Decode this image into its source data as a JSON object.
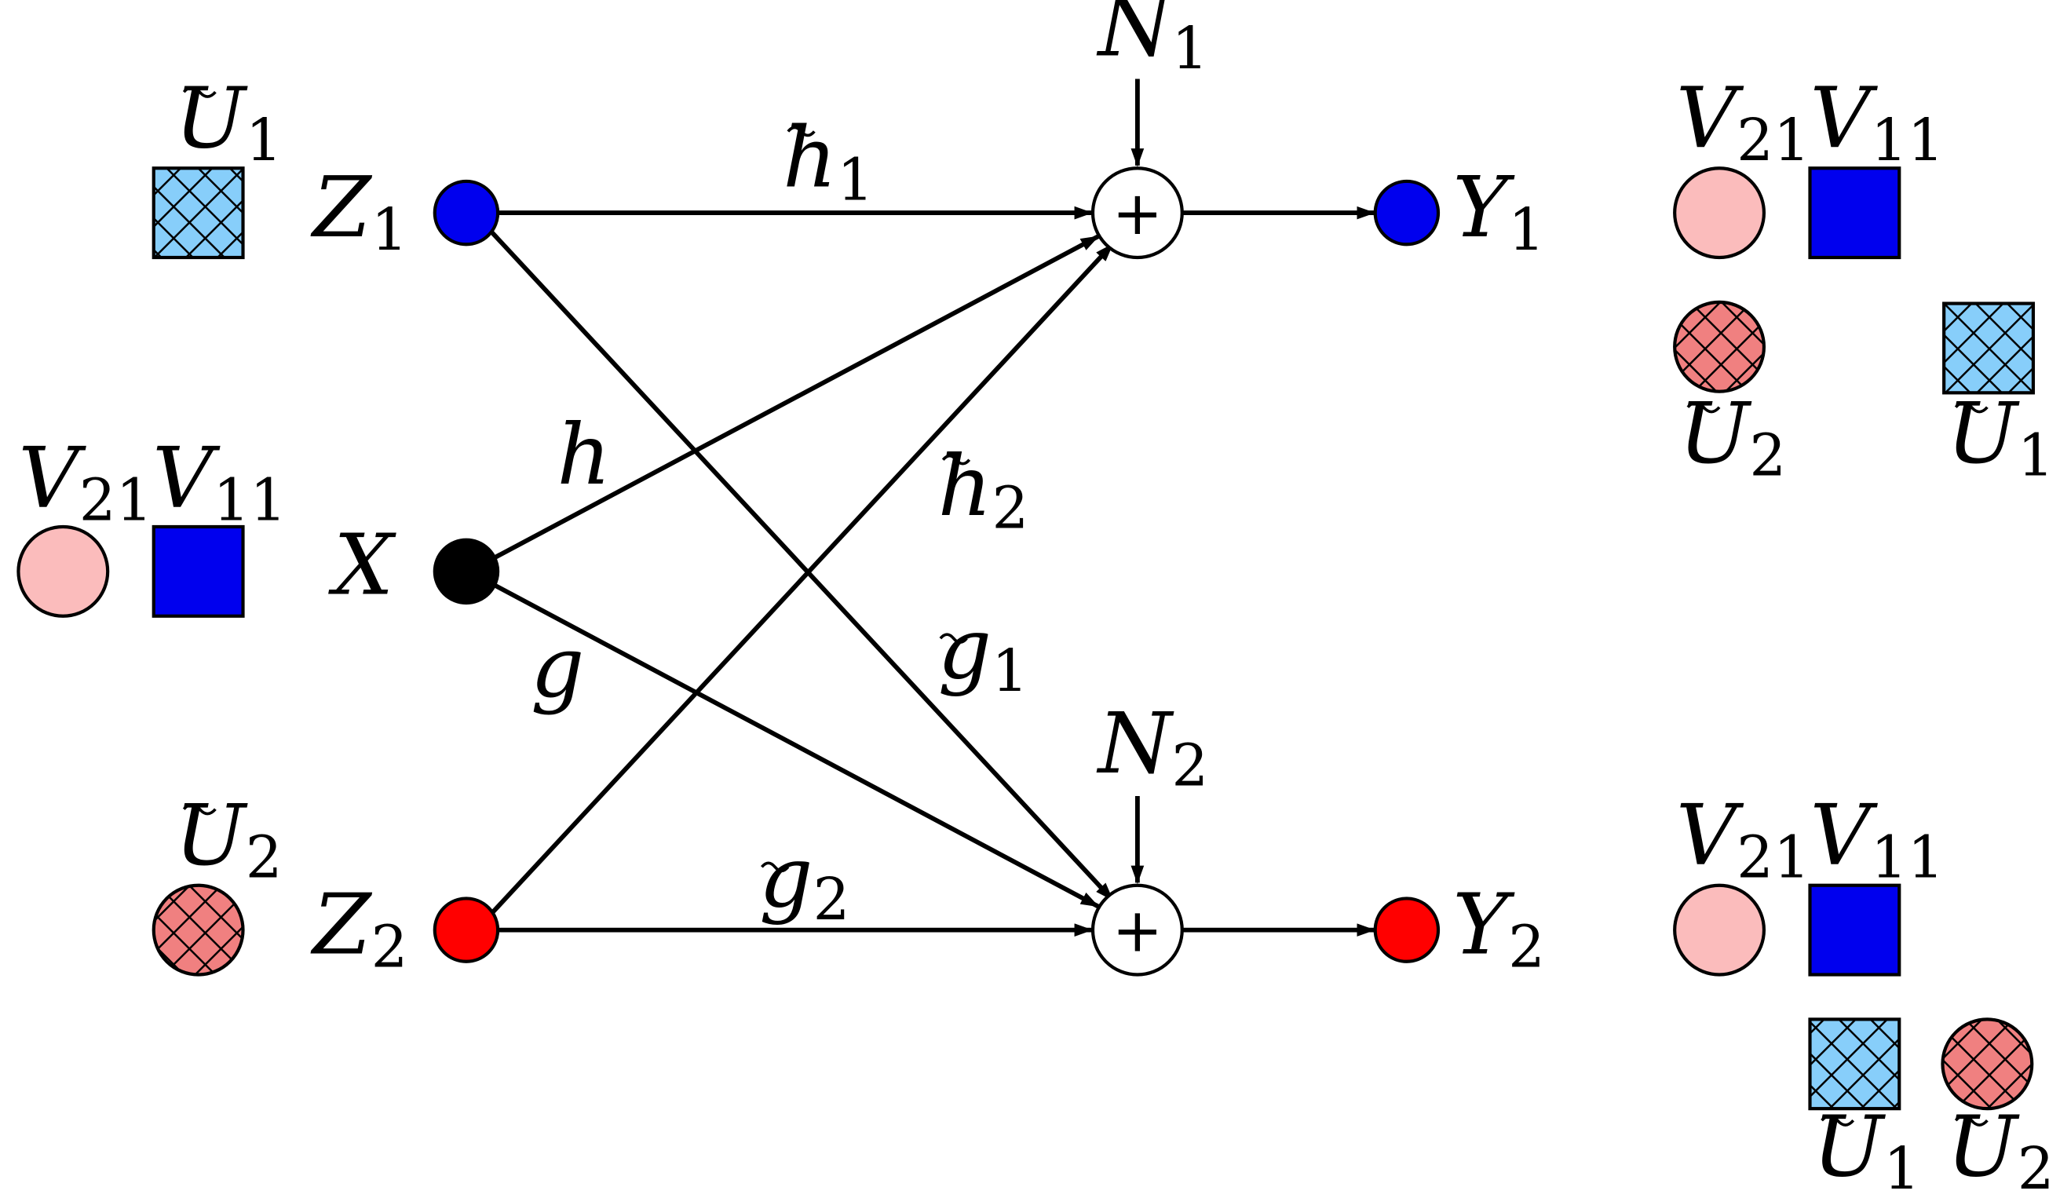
{
  "colors": {
    "blue": "#0000ee",
    "red": "#ff0000",
    "black": "#000000",
    "pink": "#fbbcbc",
    "hatch_blue": "#87cefa",
    "hatch_red": "#f08080",
    "white": "#ffffff"
  },
  "nodes": {
    "z1": {
      "base": "Z",
      "sub": "1"
    },
    "x": {
      "base": "X",
      "sub": ""
    },
    "z2": {
      "base": "Z",
      "sub": "2"
    },
    "y1": {
      "base": "Y",
      "sub": "1"
    },
    "y2": {
      "base": "Y",
      "sub": "2"
    },
    "n1": {
      "base": "N",
      "sub": "1"
    },
    "n2": {
      "base": "N",
      "sub": "2"
    }
  },
  "edges": {
    "h1t": {
      "base": "h",
      "sub": "1",
      "tilde": true
    },
    "h2t": {
      "base": "h",
      "sub": "2",
      "tilde": true
    },
    "g1t": {
      "base": "g",
      "sub": "1",
      "tilde": true
    },
    "g2t": {
      "base": "g",
      "sub": "2",
      "tilde": true
    },
    "h": {
      "base": "h",
      "sub": "",
      "tilde": false
    },
    "g": {
      "base": "g",
      "sub": "",
      "tilde": false
    }
  },
  "symbols": {
    "u1t": {
      "base": "U",
      "sub": "1",
      "tilde": true
    },
    "u2t": {
      "base": "U",
      "sub": "2",
      "tilde": true
    },
    "v21": {
      "base": "V",
      "sub": "21",
      "tilde": false
    },
    "v11": {
      "base": "V",
      "sub": "11",
      "tilde": false
    }
  },
  "adder_symbol": "+"
}
